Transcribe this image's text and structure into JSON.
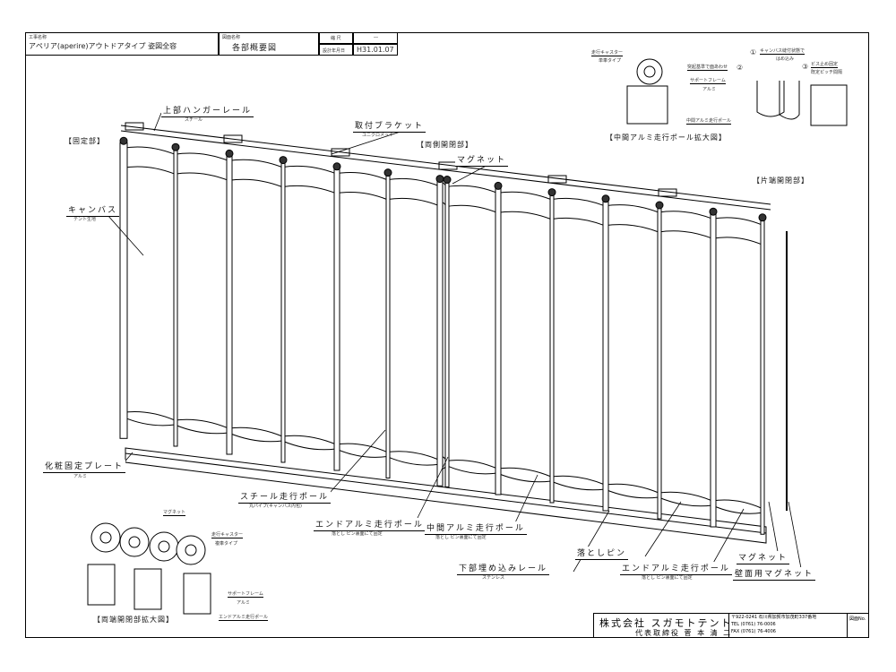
{
  "title_block": {
    "project_caption": "工事名称",
    "project_name": "アペリア(aperire)アウトドアタイプ 姿図全容",
    "drawing_caption": "図面名称",
    "drawing_name": "各部概要図",
    "scale_caption": "縮 尺",
    "scale_value": "―",
    "date_caption": "設計年月日",
    "date_value": "H31.01.07"
  },
  "sections": {
    "fixed": "【固定部】",
    "double_open": "【両側開閉部】",
    "single_open": "【片端開閉部】",
    "middle_detail": "【中間アルミ走行ポール拡大図】",
    "end_detail": "【両端開閉部拡大図】"
  },
  "labels": {
    "upper_rail": {
      "text": "上部ハンガーレール",
      "sub": "スチール"
    },
    "bracket": {
      "text": "取付ブラケット",
      "sub": "ユニクロメッキ"
    },
    "magnet_top": {
      "text": "マグネット"
    },
    "canvas": {
      "text": "キャンバス",
      "sub": "テント生地"
    },
    "plate": {
      "text": "化粧固定プレート",
      "sub": "アルミ"
    },
    "steel_pole": {
      "text": "スチール走行ポール",
      "sub": "丸パイプ(キャンバス内包)"
    },
    "end_pole_1": {
      "text": "エンドアルミ走行ポール",
      "sub": "落とし ピン裏面にて固定"
    },
    "mid_pole": {
      "text": "中間アルミ走行ポール",
      "sub": "落とし ピン裏面にて固定"
    },
    "lower_rail": {
      "text": "下部埋め込みレール",
      "sub": "ステンレス"
    },
    "drop_pin": {
      "text": "落としピン"
    },
    "end_pole_2": {
      "text": "エンドアルミ走行ポール",
      "sub": "落とし ピン裏面にて固定"
    },
    "magnet": {
      "text": "マグネット"
    },
    "wall_magnet": {
      "text": "壁面用マグネット"
    }
  },
  "middle_detail": {
    "caster": "走行キャスター",
    "caster_sub": "単車タイプ",
    "align": "突起基準で面あわせ",
    "frame": "サポートフレーム",
    "frame_sub": "アルミ",
    "pole": "中間アルミ走行ポール",
    "n1": "①",
    "n1_text": "キャンバス縫付状態で",
    "n1_sub": "はめ込み",
    "n2": "②",
    "n3": "③",
    "n3_text": "ビス止め固定",
    "n3_sub": "既定ピッチ間隔"
  },
  "end_detail": {
    "magnet": "マグネット",
    "caster": "走行キャスター",
    "caster_sub": "複車タイプ",
    "frame": "サポートフレーム",
    "frame_sub": "アルミ",
    "pole": "エンドアルミ走行ポール"
  },
  "company": {
    "name": "株式会社 スガモトテント",
    "rep": "代表取締役 菅 本 清 二",
    "address": "〒922-0241 石川県加賀市加茂町337番地",
    "tel": "TEL (0761) 76-0006",
    "fax": "FAX (0761) 76-4006",
    "drawing_no_caption": "図面No."
  }
}
